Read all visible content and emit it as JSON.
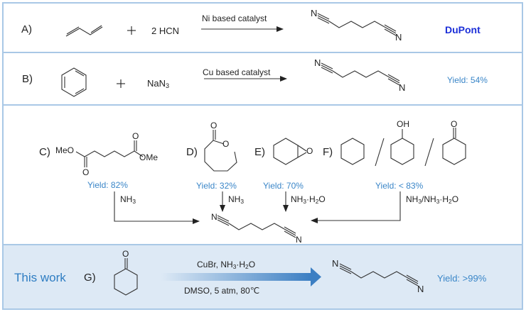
{
  "title": "Routes to adiponitrile",
  "colors": {
    "border": "#a9c8e6",
    "yield_text": "#3a86c8",
    "brand_text": "#1c2fd8",
    "highlight_bg": "#dde9f5",
    "arrow_gradient_end": "#3c7fc3"
  },
  "reactions": {
    "a": {
      "label": "A)",
      "reactant": "1,3-butadiene",
      "plus": "+",
      "reagent": "2 HCN",
      "condition": "Ni based catalyst",
      "product": "adiponitrile",
      "product_n_left": "N",
      "product_n_right": "N",
      "note": "DuPont"
    },
    "b": {
      "label": "B)",
      "reactant": "benzene",
      "plus": "+",
      "reagent_main": "NaN",
      "reagent_sub": "3",
      "condition": "Cu based catalyst",
      "product": "adiponitrile",
      "product_n_left": "N",
      "product_n_right": "N",
      "yield": "Yield:  54%"
    },
    "c": {
      "label": "C)",
      "meo": "MeO",
      "ome": "OMe",
      "o_top": "O",
      "o_bottom": "O",
      "yield": "Yield:  82%",
      "reagent_main": "NH",
      "reagent_sub": "3"
    },
    "d": {
      "label": "D)",
      "o_carbonyl": "O",
      "o_ring": "O",
      "yield": "Yield:  32%",
      "reagent_main": "NH",
      "reagent_sub": "3"
    },
    "e": {
      "label": "E)",
      "o_epoxide": "O",
      "yield": "Yield:  70%",
      "reagent_a": "NH",
      "reagent_a_sub": "3",
      "reagent_dot": "·",
      "reagent_b": "H",
      "reagent_b_sub": "2",
      "reagent_c": "O"
    },
    "f": {
      "label": "F)",
      "oh": "OH",
      "o_ketone": "O",
      "yield": "Yield:  < 83%",
      "reagent_a": "NH",
      "reagent_a_sub": "3",
      "reagent_slash": "/NH",
      "reagent_b_sub": "3",
      "reagent_dot": "·H",
      "reagent_c_sub": "2",
      "reagent_end": "O"
    },
    "center_product": {
      "n_left": "N",
      "n_right": "N"
    },
    "g": {
      "this_work": "This work",
      "label": "G)",
      "o_ketone": "O",
      "condition_top_a": "CuBr, NH",
      "condition_top_sub": "3",
      "condition_top_b": "·H",
      "condition_top_sub2": "2",
      "condition_top_c": "O",
      "condition_bottom": "DMSO, 5 atm, 80℃",
      "product_n_left": "N",
      "product_n_right": "N",
      "yield": "Yield:  >99%"
    }
  }
}
